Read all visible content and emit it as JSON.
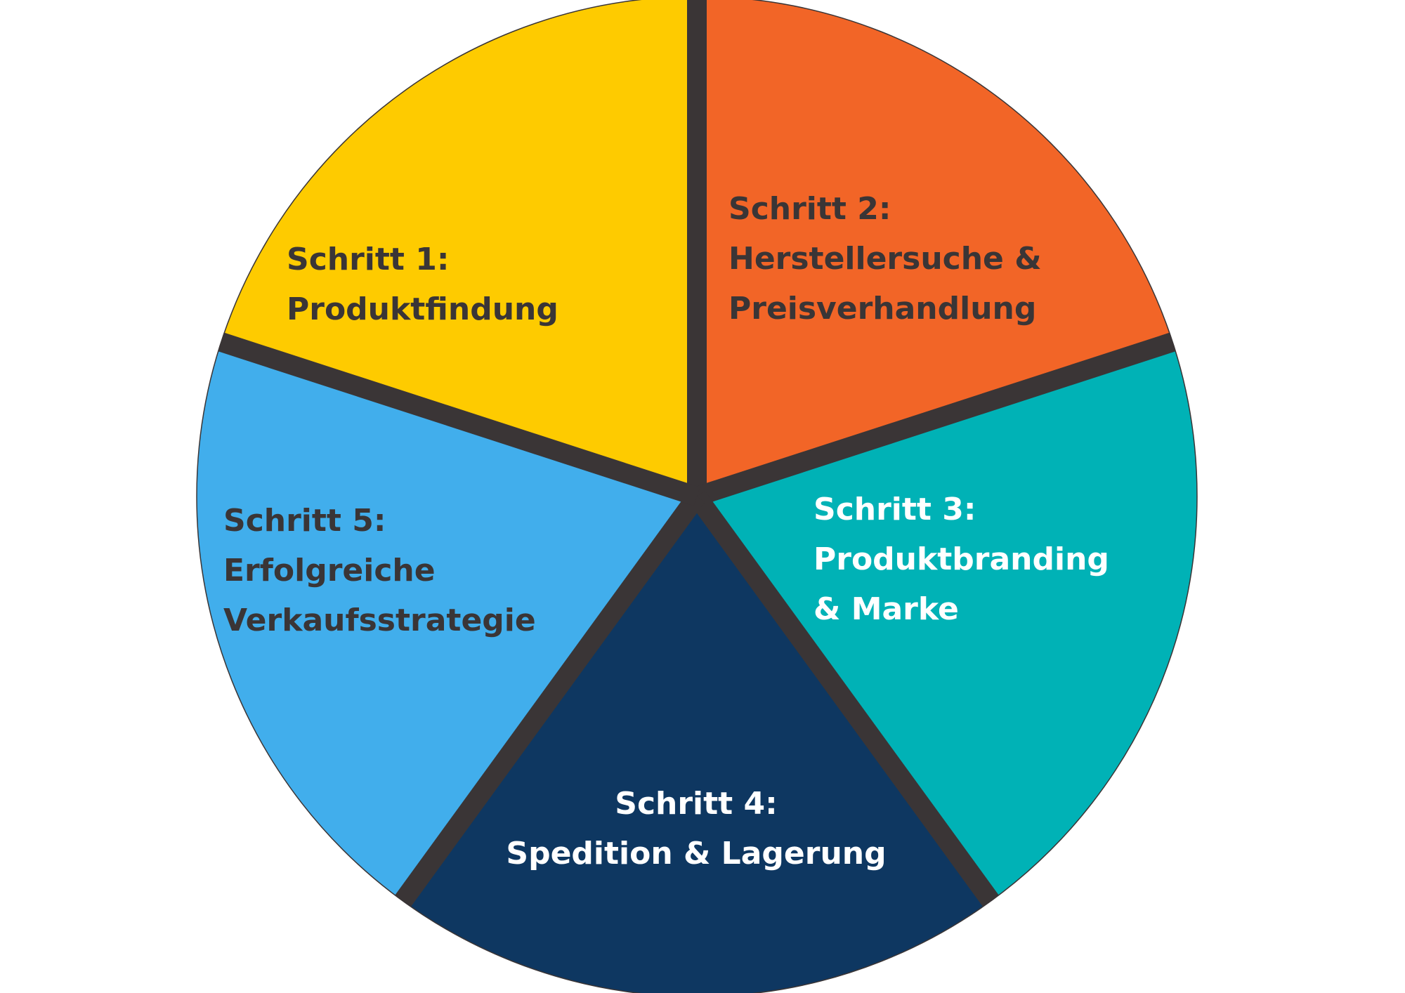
{
  "chart_data": {
    "type": "pie",
    "title": "",
    "start": "top",
    "direction": "clockwise",
    "divider_color": "#3a3536",
    "slices": [
      {
        "name": "step-1",
        "value": 20,
        "color": "#f26527",
        "text_color": "#3a3536",
        "lines": [
          "Schritt 1:",
          "Produktfindung"
        ]
      },
      {
        "name": "step-2",
        "value": 20,
        "color": "#00b2b6",
        "text_color": "#3a3536",
        "lines": [
          "Schritt 2:",
          "Herstellersuche &",
          "Preisverhandlung"
        ]
      },
      {
        "name": "step-3",
        "value": 20,
        "color": "#0e3761",
        "text_color": "#ffffff",
        "lines": [
          "Schritt 3:",
          "Produktbranding",
          "& Marke"
        ]
      },
      {
        "name": "step-4",
        "value": 20,
        "color": "#41aeec",
        "text_color": "#ffffff",
        "lines": [
          "Schritt 4:",
          "Spedition & Lagerung"
        ]
      },
      {
        "name": "step-5",
        "value": 20,
        "color": "#fecb00",
        "text_color": "#3a3536",
        "lines": [
          "Schritt 5:",
          "Erfolgreiche",
          "Verkaufsstrategie"
        ]
      }
    ]
  }
}
